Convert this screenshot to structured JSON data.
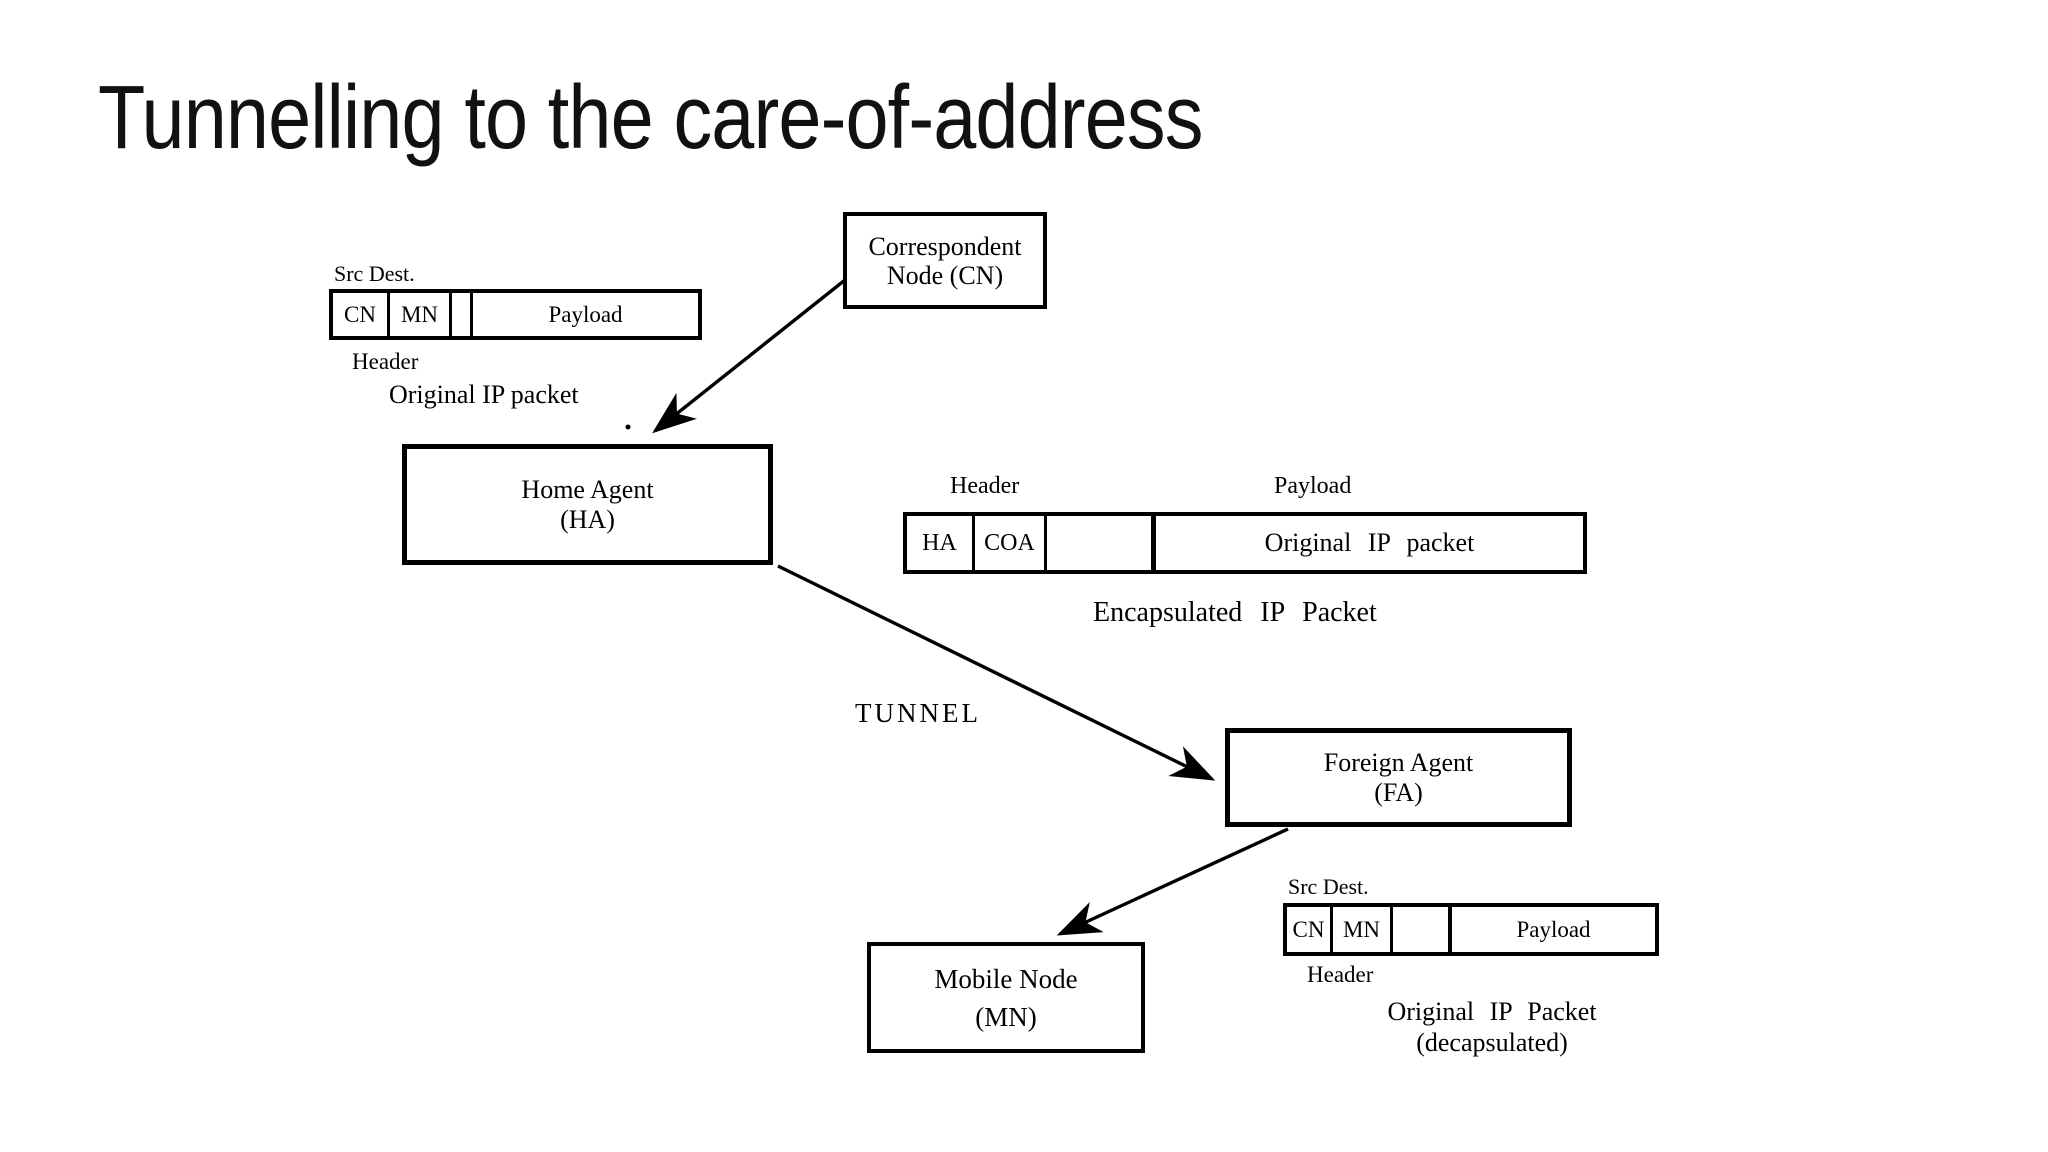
{
  "slide": {
    "title": "Tunnelling to the care-of-address"
  },
  "colors": {
    "ink": "#000000",
    "paper": "#ffffff",
    "title_ink": "#111111"
  },
  "nodes": {
    "cn": {
      "line1": "Correspondent",
      "line2": "Node (CN)"
    },
    "ha": {
      "line1": "Home Agent",
      "line2": "(HA)"
    },
    "fa": {
      "line1": "Foreign Agent",
      "line2": "(FA)"
    },
    "mn": {
      "line1": "Mobile Node",
      "line2": "(MN)"
    }
  },
  "packets": {
    "original_top": {
      "src_dest_label": "Src Dest.",
      "cells": [
        "CN",
        "MN",
        "",
        "Payload"
      ],
      "header_label": "Header",
      "caption": "Original IP packet"
    },
    "encapsulated": {
      "header_label": "Header",
      "payload_label": "Payload",
      "cells": [
        "HA",
        "COA",
        "",
        "Original IP packet"
      ],
      "caption": "Encapsulated IP Packet"
    },
    "original_bottom": {
      "src_dest_label": "Src Dest.",
      "cells": [
        "CN",
        "MN",
        "",
        "Payload"
      ],
      "header_label": "Header",
      "caption_line1": "Original IP Packet",
      "caption_line2": "(decapsulated)"
    }
  },
  "labels": {
    "tunnel": "TUNNEL"
  }
}
